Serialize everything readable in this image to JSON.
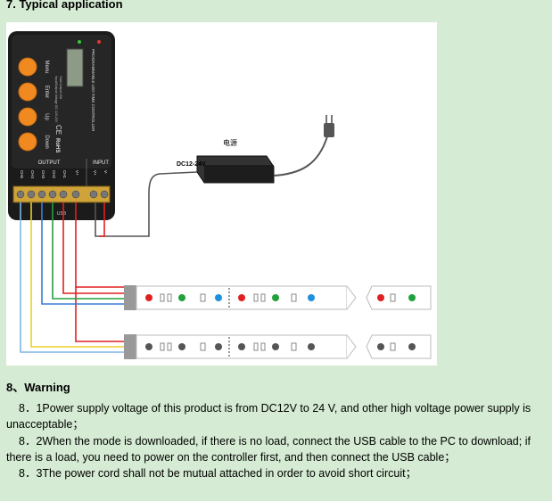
{
  "section7": {
    "title": "7. Typical application"
  },
  "figure": {
    "controller": {
      "buttons": [
        "Menu",
        "Enter",
        "Up",
        "Down"
      ],
      "title_vertical": "PROGRAMMABLE LED TIME CONTROLLER",
      "output_label": "OUTPUT",
      "input_label": "INPUT",
      "output_terminals": [
        "CH5",
        "CH4",
        "CH3",
        "CH2",
        "CH1",
        "V+"
      ],
      "input_terminals": [
        "V+",
        "V-"
      ],
      "marks": [
        "CE",
        "RoHS"
      ],
      "usb_label": "USB",
      "spec_lines": [
        "Input/Output Voltage DC 12V-24V",
        "Total Output 15A"
      ]
    },
    "power_supply": {
      "label": "电源",
      "voltage": "DC12-24V"
    },
    "colors": {
      "red": "#e02020",
      "green": "#22a03a",
      "blue": "#1e90e0",
      "yellow": "#e8cf2a",
      "wire_blue": "#3a7bd5",
      "gray": "#555555"
    }
  },
  "section8": {
    "title": "8、Warning",
    "items": [
      {
        "num": "8．1",
        "text": "Power supply voltage of this product is from DC12V to 24 V, and other high voltage power supply is unacceptable；"
      },
      {
        "num": "8．2",
        "text": "When the mode is downloaded, if there is no load, connect the USB cable to the PC to download; if there is a load, you need to power on the controller first, and then connect the USB cable；"
      },
      {
        "num": "8．3",
        "text": "The power cord shall not be mutual attached in order to avoid short circuit；"
      }
    ]
  }
}
